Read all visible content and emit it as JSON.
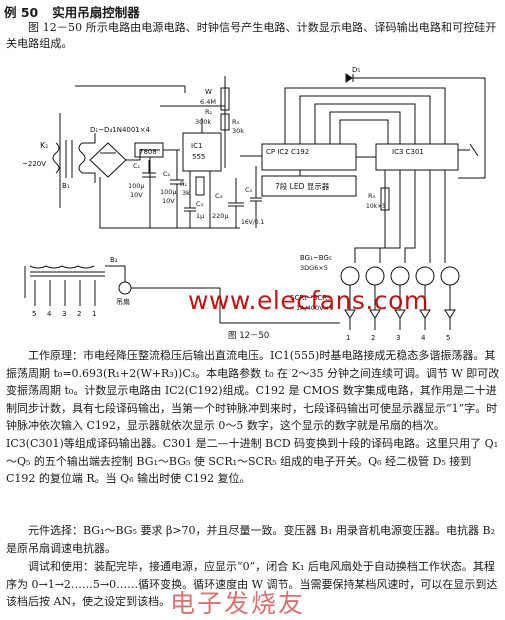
{
  "header": {
    "example_no": "例 50",
    "title": "实用吊扇控制器"
  },
  "intro": "图 12－50 所示电路由电源电路、时钟信号产生电路、计数显示电路、译码输出电路和可控硅开关电路组成。",
  "schematic": {
    "labels": {
      "k1": "K₁",
      "v220": "~220V",
      "b1": "B₁",
      "bridge": "D₁~D₄1N4001×4",
      "reg": "7808",
      "c1": "C₁",
      "c1val": "100μ",
      "c1v": "10V",
      "c2": "C₂",
      "c2val": "100μ",
      "c2v": "10V",
      "w": "W",
      "wval": "6.4M",
      "r2": "R₂",
      "r2val": "300k",
      "r3": "R₃",
      "r3val": "30k",
      "r1": "R₁",
      "r1val": "3k",
      "ic1": "IC1",
      "ic1b": "555",
      "c3": "C₃",
      "c3val": "1μ",
      "c4": "C₄",
      "c4val": "220μ",
      "c5": "C₅",
      "c5val": "16V/0.1",
      "ic2": "CP IC2  C192",
      "led": "7段 LED 显示器",
      "ic3": "IC3  C301",
      "d5": "D₅",
      "r4": "R₄",
      "r4val": "10k×5",
      "bg": "BG₁~BG₅",
      "bgtype": "3DG6×5",
      "scr": "SCR₁~SCR₅",
      "scrtype": "1A/400V×5",
      "b2": "B₂",
      "fan": "吊扇",
      "taps": [
        "5",
        "4",
        "3",
        "2",
        "1"
      ],
      "scrnums": [
        "1",
        "2",
        "3",
        "4",
        "5"
      ]
    },
    "caption": "图 12－50",
    "watermark": "www.elecfans.com"
  },
  "body": {
    "p1": "工作原理：市电经降压整流稳压后输出直流电压。IC1(555)时基电路接成无稳态多谐振荡器。其振荡周期 t₀=0.693(R₁+2(W+R₃))C₃。本电路参数 t₀ 在 2～35 分钟之间连续可调。调节 W 即可改变振荡周期 t₀。计数显示电路由 IC2(C192)组成。C192 是 CMOS 数字集成电路，其作用是二十进制同步计数，具有七段译码输出，当第一个时钟脉冲到来时，七段译码输出可使显示器显示“1”字。时钟脉冲依次输入 C192，显示器就依次显示 0～5 数字，这个显示的数字就是吊扇的档次。IC3(C301)等组成译码输出器。C301 是二—十进制 BCD 码变换到十段的译码电路。这里只用了 Q₁～Q₅ 的五个输出端去控制 BG₁～BG₅ 使 SCR₁～SCR₅ 组成的电子开关。Q₆ 经二极管 D₅ 接到 C192 的复位端 R。当 Q₆ 输出时使 C192 复位。",
    "p2": "元件选择：BG₁～BG₅ 要求 β>70，并且尽量一致。变压器 B₁ 用录音机电源变压器。电抗器 B₂ 是原吊扇调速电抗器。",
    "p3": "调试和使用：装配完毕，接通电源，应显示“0”，闭合 K₁ 后电风扇处于自动换档工作状态。其程序为 0→1→2……5→0……循环变换。循环速度由 W 调节。当需要保持某档风速时，可以在显示到达该档后按 AN，使之设定到该档。"
  },
  "watermark_cn": "电子发烧友"
}
